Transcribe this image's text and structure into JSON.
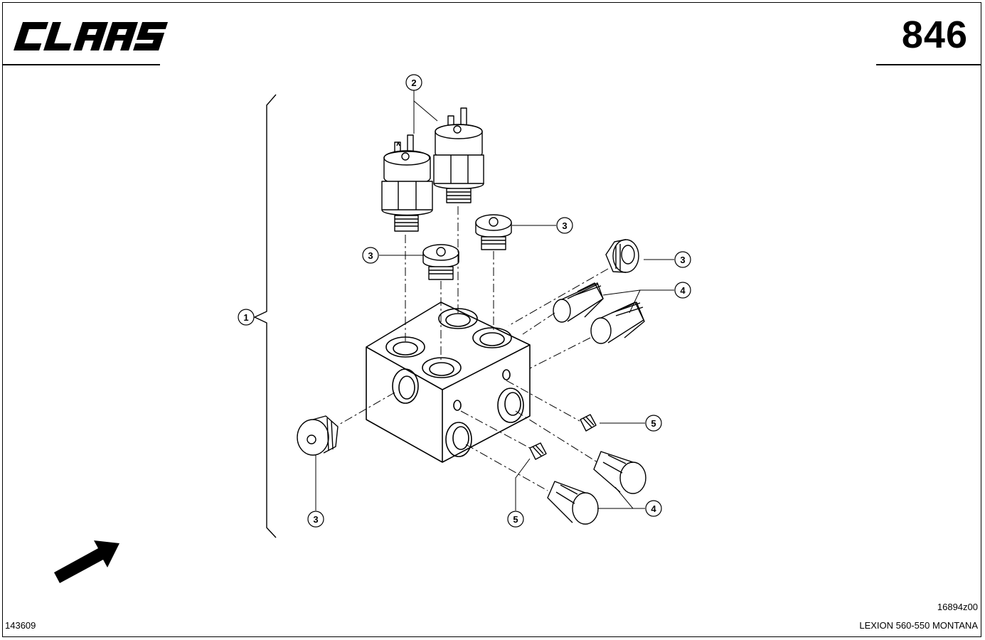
{
  "header": {
    "brand_logo": "CLAAS",
    "page_number": "846"
  },
  "diagram": {
    "callouts": [
      {
        "label": "1"
      },
      {
        "label": "2"
      },
      {
        "label": "3"
      },
      {
        "label": "3"
      },
      {
        "label": "3"
      },
      {
        "label": "3"
      },
      {
        "label": "4"
      },
      {
        "label": "5"
      },
      {
        "label": "5"
      },
      {
        "label": "4"
      }
    ],
    "direction_arrow_icon": "arrow-up-right-icon"
  },
  "footer": {
    "figure_code": "16894z00",
    "document_number": "143609",
    "model": "LEXION 560-550 MONTANA"
  },
  "colors": {
    "ink": "#000000",
    "paper": "#ffffff"
  }
}
